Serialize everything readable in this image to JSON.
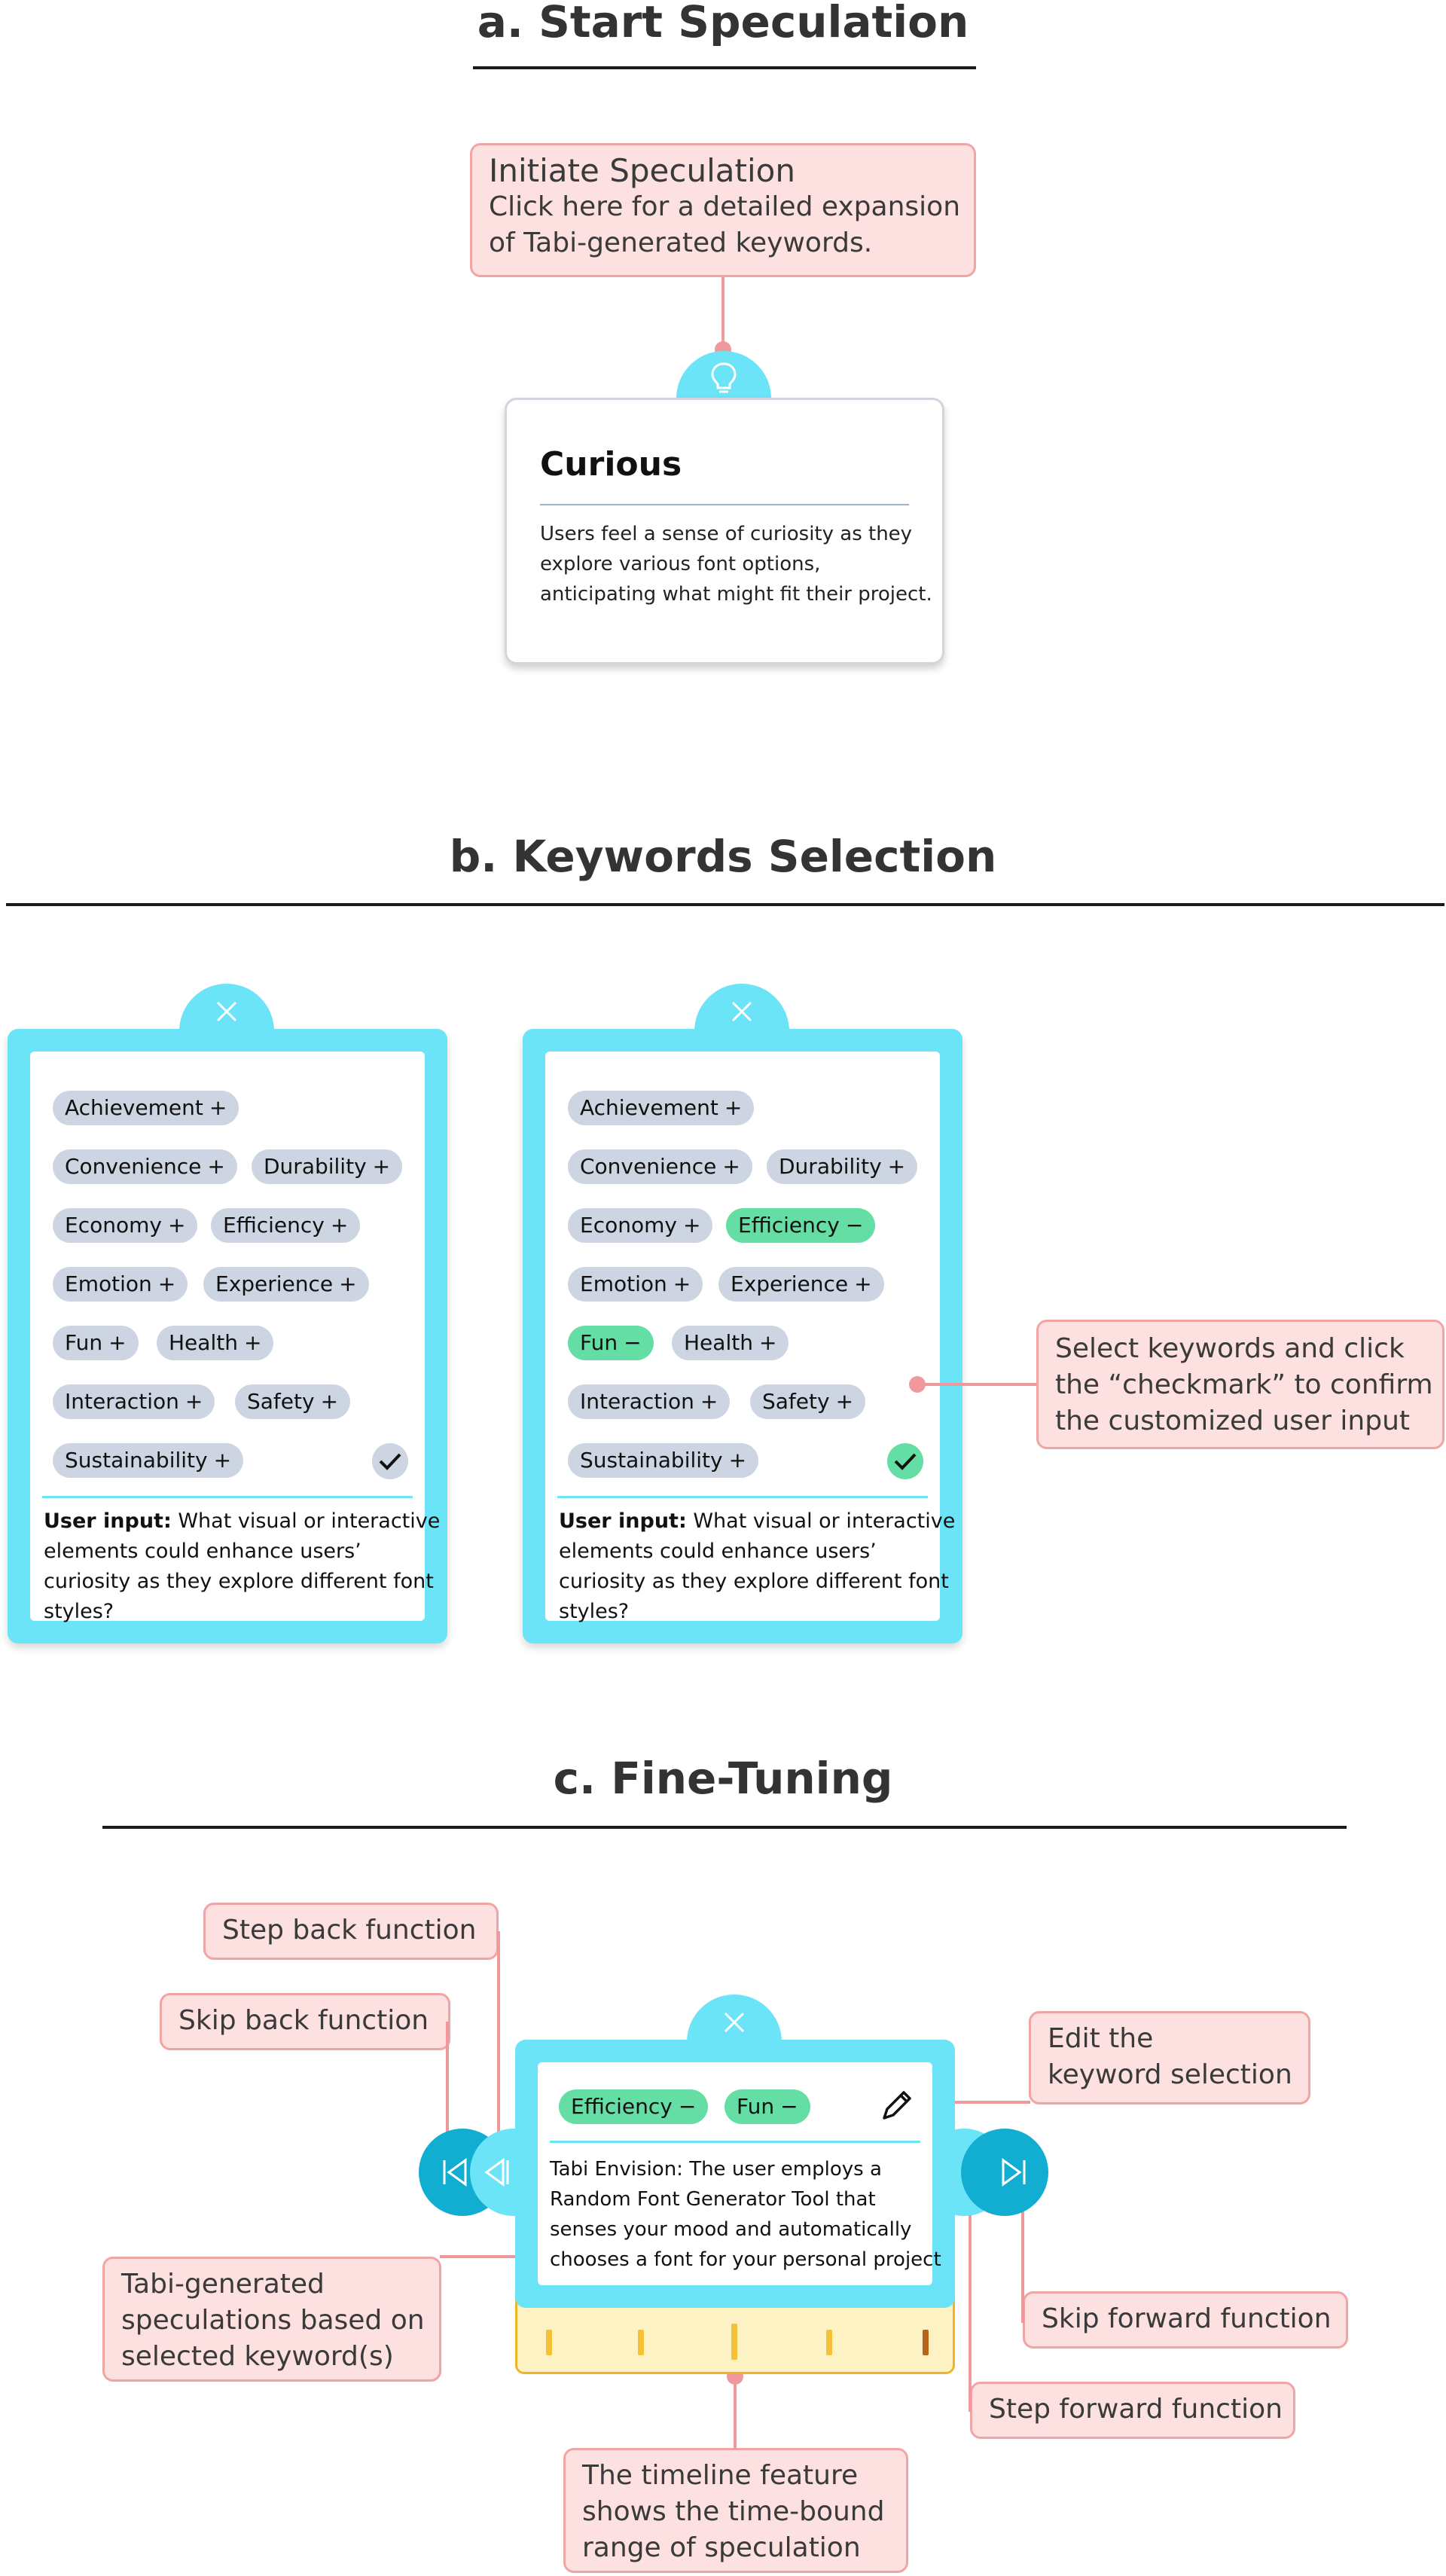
{
  "section_a": {
    "title": "a. Start Speculation",
    "callout_heading": "Initiate Speculation",
    "callout_lines": [
      "Click here for a detailed expansion",
      "of Tabi-generated keywords."
    ],
    "card_title": "Curious",
    "card_lines": [
      "Users feel a sense of curiosity as they",
      "explore various font options,",
      "anticipating what might fit their project."
    ],
    "icon": "lightbulb-icon"
  },
  "section_b": {
    "title": "b. Keywords Selection",
    "keywords": [
      "Achievement",
      "Convenience",
      "Durability",
      "Economy",
      "Efficiency",
      "Emotion",
      "Experience",
      "Fun",
      "Health",
      "Interaction",
      "Safety",
      "Sustainability"
    ],
    "selected_keywords": [
      "Efficiency",
      "Fun"
    ],
    "plus_sign": "+",
    "minus_sign": "−",
    "user_input_label": "User input:",
    "user_input_lines": [
      " What visual or interactive",
      "elements could enhance users’",
      "curiosity as they explore different font",
      "styles?"
    ],
    "callout_lines": [
      "Select keywords and click",
      "the “checkmark” to confirm",
      "the customized user input"
    ],
    "icons": [
      "close-icon",
      "checkmark-icon"
    ]
  },
  "section_c": {
    "title": "c. Fine-Tuning",
    "chips": [
      "Efficiency",
      "Fun"
    ],
    "envision_lines": [
      "Tabi Envision: The user employs a",
      "Random Font Generator Tool that",
      "senses your mood and automatically",
      "chooses a font for your personal project"
    ],
    "labels": {
      "step_back": "Step back function",
      "skip_back": "Skip back function",
      "edit": [
        "Edit the",
        "keyword selection"
      ],
      "speculations": [
        "Tabi-generated",
        "speculations based on",
        "selected keyword(s)"
      ],
      "skip_forward": "Skip forward function",
      "step_forward": "Step forward function",
      "timeline": [
        "The timeline feature",
        "shows the time-bound",
        "range of speculation"
      ]
    },
    "icons": [
      "close-icon",
      "pencil-icon",
      "skip-back-icon",
      "step-back-icon",
      "step-forward-icon",
      "skip-forward-icon"
    ]
  },
  "colors": {
    "cyan": "#6ae4f6",
    "dark_cyan": "#12aed1",
    "green": "#64dea5",
    "chip_gray": "#ccd5e1",
    "callout_fill": "#fde0e0",
    "callout_border": "#f1a4a4",
    "timeline_fill": "#fdf2c4",
    "timeline_border": "#f0b429"
  }
}
